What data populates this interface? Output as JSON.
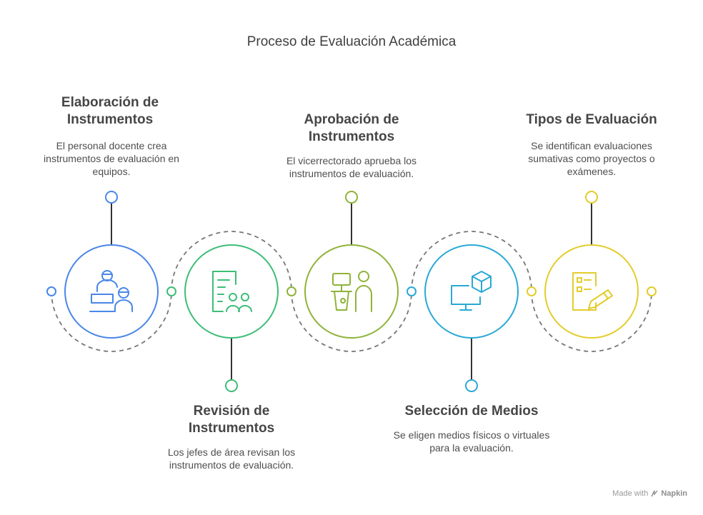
{
  "title": "Proceso de Evaluación Académica",
  "steps": [
    {
      "title": "Elaboración de Instrumentos",
      "description": "El personal docente crea instrumentos de evaluación en equipos.",
      "color": "#4a86e8",
      "icon": "teacher-students-icon"
    },
    {
      "title": "Revisión de Instrumentos",
      "description": "Los jefes de área revisan los instrumentos de evaluación.",
      "color": "#3dbd78",
      "icon": "document-team-icon"
    },
    {
      "title": "Aprobación de Instrumentos",
      "description": "El vicerrectorado aprueba los instrumentos de evaluación.",
      "color": "#8fb339",
      "icon": "presenter-podium-icon"
    },
    {
      "title": "Selección de Medios",
      "description": "Se eligen medios físicos o virtuales para la evaluación.",
      "color": "#29a9d6",
      "icon": "monitor-cube-icon"
    },
    {
      "title": "Tipos de Evaluación",
      "description": "Se identifican evaluaciones sumativas como proyectos o exámenes.",
      "color": "#e3cc2c",
      "icon": "checklist-pencil-icon"
    }
  ],
  "footer": {
    "made_with": "Made with",
    "brand": "Napkin"
  }
}
